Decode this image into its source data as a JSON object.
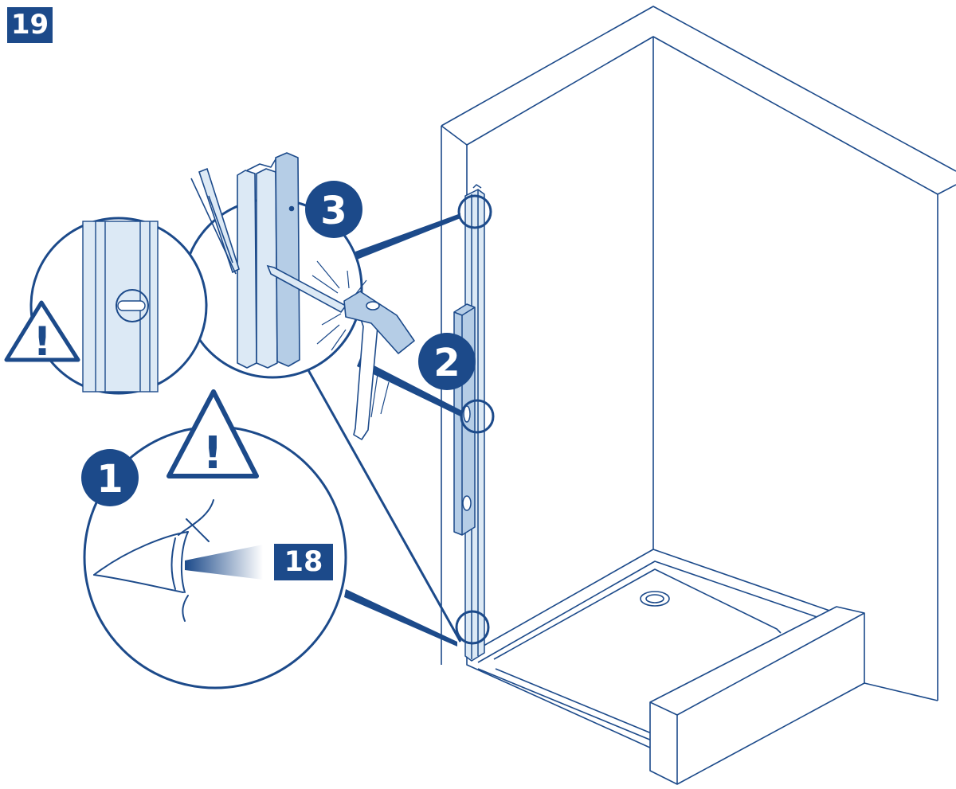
{
  "step": {
    "number": "19"
  },
  "reference": {
    "step_number": "18"
  },
  "callouts": [
    {
      "label": "1"
    },
    {
      "label": "2"
    },
    {
      "label": "3"
    }
  ],
  "warnings": [
    {
      "symbol": "!"
    },
    {
      "symbol": "!"
    }
  ],
  "colors": {
    "line": "#1c4a8a",
    "fill_light": "#dce9f5",
    "fill_mid": "#b5cde6",
    "white": "#ffffff"
  },
  "icons": [
    "warning-triangle-icon",
    "eye-icon",
    "hammer-icon",
    "pencil-icon",
    "spirit-level-icon"
  ]
}
